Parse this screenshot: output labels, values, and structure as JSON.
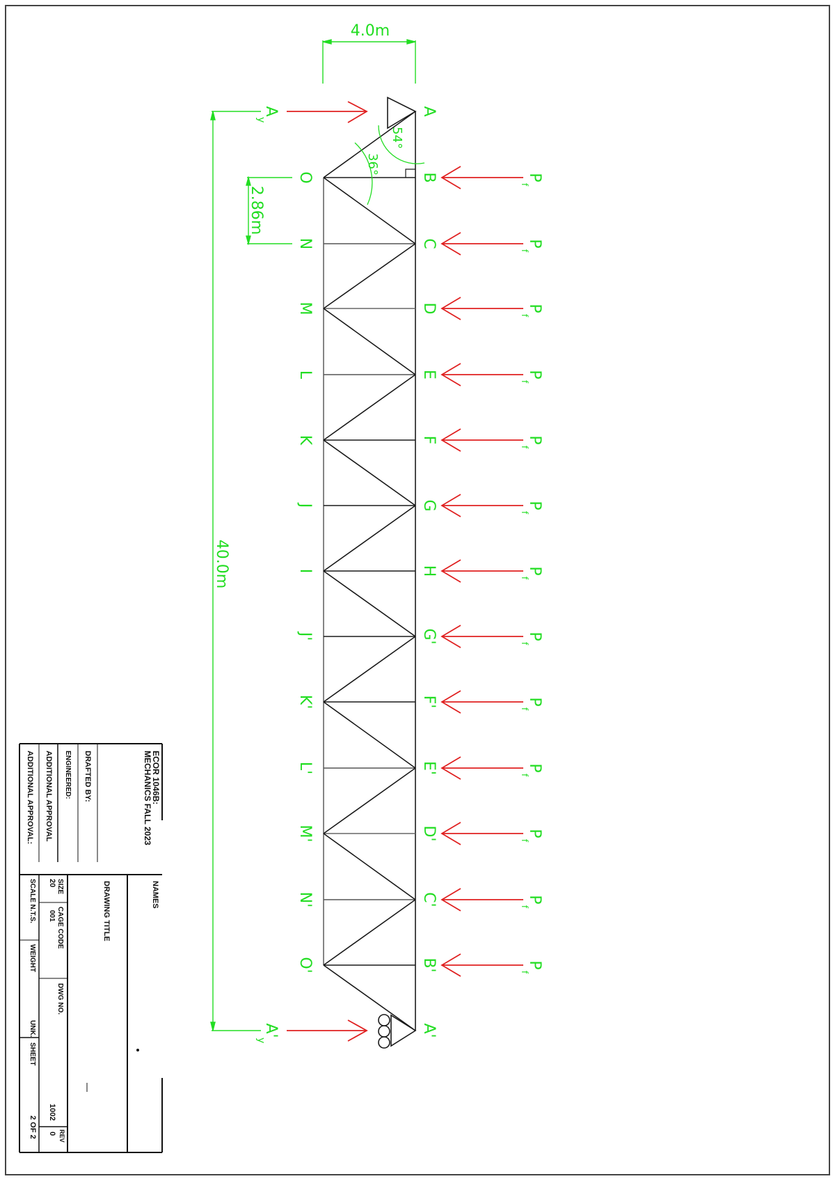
{
  "drawing": {
    "type": "truss-free-body-diagram",
    "orientation": "rotated 90deg clockwise",
    "colors": {
      "members": "#1a1a1a",
      "dimensions": "#22dd22",
      "labels": "#22dd22",
      "loads": "#e02020",
      "border": "#444444"
    },
    "dimensions": {
      "truss_height": "4.0m",
      "panel_length": "2.86m",
      "span": "40.0m"
    },
    "angles": {
      "top": "54°",
      "bottom": "36°"
    },
    "reactions": {
      "left": {
        "label": "A",
        "subscript": "y"
      },
      "right": {
        "label": "A'",
        "subscript": "y"
      }
    },
    "load_label": {
      "main": "P",
      "subscript": "f"
    },
    "top_chord_joints": [
      "A",
      "B",
      "C",
      "D",
      "E",
      "F",
      "G",
      "H",
      "G'",
      "F'",
      "E'",
      "D'",
      "C'",
      "B'",
      "A'"
    ],
    "bottom_chord_joints": [
      "O",
      "N",
      "M",
      "L",
      "K",
      "J",
      "I",
      "J'",
      "K'",
      "L'",
      "M'",
      "N'",
      "O'"
    ],
    "loaded_joints": [
      "B",
      "C",
      "D",
      "E",
      "F",
      "G",
      "H",
      "G'",
      "F'",
      "E'",
      "D'",
      "C'",
      "B'"
    ],
    "supports": {
      "A": "pin",
      "A'": "roller"
    }
  },
  "title_block": {
    "course": "ECOR 1046B:",
    "course_title": "MECHANICS FALL 2023",
    "names_label": "NAMES",
    "drafted_by": "DRAFTED BY:",
    "engineered": "ENGINEERED:",
    "additional_approval_1": "ADDITIONAL APPROVAL",
    "additional_approval_2": "ADDITIONAL APPROVAL:",
    "drawing_title_label": "DRAWING TITLE",
    "size_label": "SIZE",
    "size_value": "20",
    "cage_code_label": "CAGE CODE",
    "cage_code_value": "001",
    "dwg_no_label": "DWG NO.",
    "dwg_no_value": "1002",
    "rev_label": "REV",
    "rev_value": "0",
    "scale_label": "SCALE N.T.S.",
    "weight_label": "WEIGHT",
    "weight_value": "UNK.",
    "sheet_label": "SHEET",
    "sheet_value": "2 OF 2"
  }
}
